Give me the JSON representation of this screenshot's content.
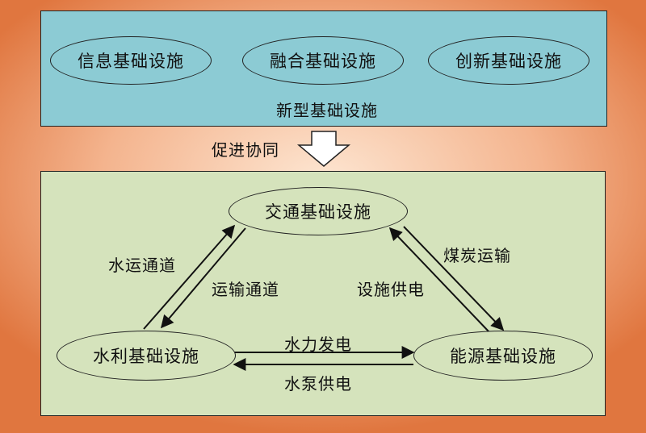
{
  "top_section": {
    "items": [
      "信息基础设施",
      "融合基础设施",
      "创新基础设施"
    ],
    "title": "新型基础设施"
  },
  "middle": {
    "label": "促进协同"
  },
  "bottom_section": {
    "nodes": {
      "transport": "交通基础设施",
      "water": "水利基础设施",
      "energy": "能源基础设施"
    },
    "edges": {
      "water_transport_channel": "水运通道",
      "transport_channel": "运输通道",
      "coal_transport": "煤炭运输",
      "facility_power": "设施供电",
      "hydropower": "水力发电",
      "pumped_storage_power": "水泵供电"
    }
  },
  "colors": {
    "top_panel": "#8ccbd4",
    "bottom_panel": "#d5e3bc",
    "background_outer": "#e0763f",
    "background_inner": "#fde6d2"
  }
}
